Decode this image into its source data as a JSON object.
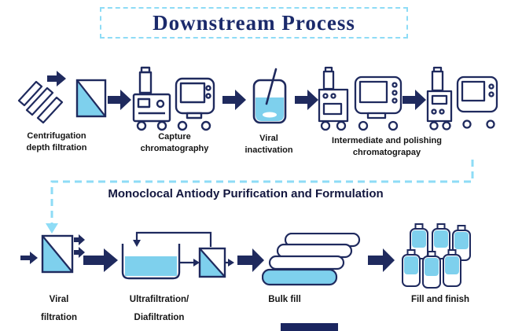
{
  "title": {
    "text": "Downstream Process"
  },
  "colors": {
    "navy": "#1f2a5e",
    "blue": "#7ed0ed",
    "dashed_line": "#8edcf6",
    "label_text": "#151515"
  },
  "top_steps": [
    {
      "line1": "Centrifugation",
      "line2": "depth filtration",
      "icon": "centrifuge-depth-filter-icon"
    },
    {
      "line1": "Capture",
      "line2": "chromatography",
      "icon": "chromatography-machine-icon"
    },
    {
      "line1": "Viral",
      "line2": "inactivation",
      "icon": "inactivation-vessel-icon"
    },
    {
      "line1": "Intermediate and polishing",
      "line2": "chromatograpay",
      "icon": "dual-chromatography-machines-icon"
    }
  ],
  "section2": {
    "title": "Monoclocal Antiody Purification and Formulation",
    "steps": [
      {
        "line1": "Viral",
        "line2": "filtration",
        "icon": "viral-filtration-filter-icon"
      },
      {
        "line1": "Ultrafiltration/",
        "line2": "Diafiltration",
        "icon": "ultrafiltration-tank-icon"
      },
      {
        "line1": "Bulk fill",
        "line2": "",
        "icon": "bulk-fill-bags-icon"
      },
      {
        "line1": "Fill and finish",
        "line2": "",
        "icon": "vials-cluster-icon"
      }
    ]
  }
}
